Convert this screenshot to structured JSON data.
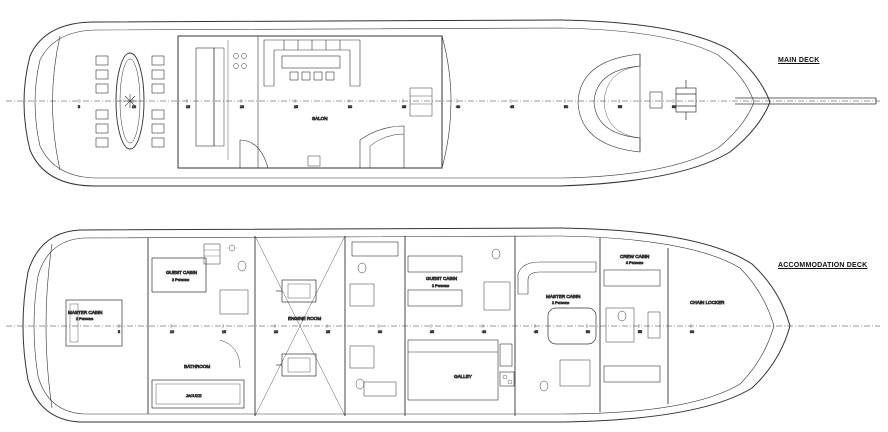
{
  "decks": {
    "main": {
      "title": "MAIN DECK",
      "rooms": {
        "salon": "SALON"
      }
    },
    "accommodation": {
      "title": "ACCOMMODATION DECK",
      "rooms": {
        "master_aft": "MASTER CABIN",
        "master_aft_cap": "2 Persons",
        "guest_1": "GUEST CABIN",
        "guest_1_cap": "2 Persons",
        "bathroom": "BATHROOM",
        "jacuzzi": "JACUZZI",
        "engine": "ENGINE ROOM",
        "guest_2": "GUEST CABIN",
        "guest_2_cap": "2 Persons",
        "galley": "GALLEY",
        "master_fwd": "MASTER CABIN",
        "master_fwd_cap": "2 Persons",
        "crew": "CREW CABIN",
        "crew_cap": "3 Persons",
        "chains": "CHAIN LOCKER"
      }
    }
  },
  "frames": {
    "main": [
      "5",
      "10",
      "15",
      "20",
      "25",
      "30",
      "35",
      "40",
      "45",
      "50",
      "55",
      "60"
    ],
    "accommodation": [
      "5",
      "10",
      "15",
      "20",
      "25",
      "30",
      "35",
      "40",
      "45",
      "50",
      "55",
      "60"
    ]
  }
}
